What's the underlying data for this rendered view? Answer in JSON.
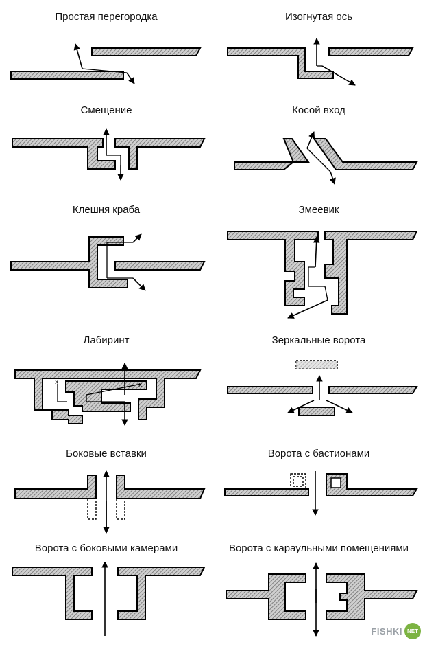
{
  "diagrams": [
    {
      "title": "Простая перегородка"
    },
    {
      "title": "Изогнутая ось"
    },
    {
      "title": "Смещение"
    },
    {
      "title": "Косой вход"
    },
    {
      "title": "Клешня краба"
    },
    {
      "title": "Змеевик"
    },
    {
      "title": "Лабиринт"
    },
    {
      "title": "Зеркальные ворота"
    },
    {
      "title": "Боковые вставки"
    },
    {
      "title": "Ворота с бастионами"
    },
    {
      "title": "Ворота с боковыми камерами"
    },
    {
      "title": "Ворота с караульными помещениями"
    }
  ],
  "logo": {
    "wordmark": "FISHKI",
    "badge": "NET"
  },
  "colors": {
    "wall_hatch": "#9a9a9a",
    "ink": "#000000",
    "badge": "#7cb342"
  }
}
